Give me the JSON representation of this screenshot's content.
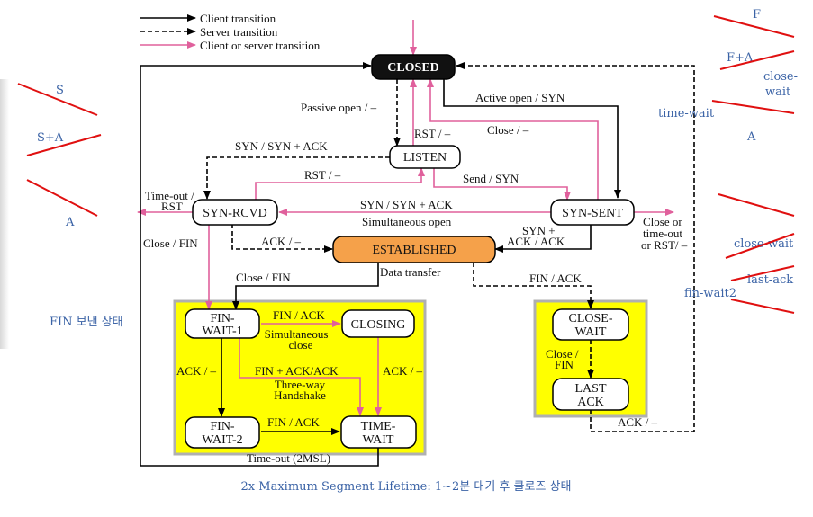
{
  "legend": {
    "client": "Client transition",
    "server": "Server transition",
    "both": "Client or server transition"
  },
  "states": {
    "closed": "CLOSED",
    "listen": "LISTEN",
    "syn_rcvd": "SYN-RCVD",
    "syn_sent": "SYN-SENT",
    "established": "ESTABLISHED",
    "fin_wait_1": [
      "FIN-",
      "WAIT-1"
    ],
    "closing": "CLOSING",
    "fin_wait_2": [
      "FIN-",
      "WAIT-2"
    ],
    "time_wait": [
      "TIME-",
      "WAIT"
    ],
    "close_wait": [
      "CLOSE-",
      "WAIT"
    ],
    "last_ack": [
      "LAST",
      "ACK"
    ]
  },
  "transitions": {
    "passive_open": "Passive open / –",
    "rst_closed": "RST / –",
    "active_open": "Active open / SYN",
    "close_syn_sent": "Close / –",
    "syn_synack": "SYN / SYN + ACK",
    "rst_listen": "RST / –",
    "send_syn": "Send / SYN",
    "timeout_rst": [
      "Time-out /",
      "RST"
    ],
    "simultaneous_syn": "SYN / SYN + ACK",
    "simultaneous_open": "Simultaneous open",
    "syn_ack": [
      "SYN +",
      "ACK / ACK"
    ],
    "close_timeout_rst": [
      "Close or",
      "time-out",
      "or RST/ –"
    ],
    "close_fin_rcvd": "Close / FIN",
    "ack_rcvd": "ACK / –",
    "data_transfer": "Data transfer",
    "close_fin_est": "Close / FIN",
    "fin_ack_est": "FIN / ACK",
    "fin_ack_closing": "FIN / ACK",
    "simultaneous_close": [
      "Simultaneous",
      "close"
    ],
    "ack_fw1": "ACK / –",
    "fin_ack_ack": "FIN + ACK/ACK",
    "three_way": [
      "Three-way",
      "Handshake"
    ],
    "ack_closing": "ACK / –",
    "close_fin_cw": [
      "Close /",
      "FIN"
    ],
    "fin_ack_fw2": "FIN / ACK",
    "ack_last": "ACK / –",
    "timeout_2msl": "Time-out (2MSL)"
  },
  "annotations": {
    "left": [
      "S",
      "S+A",
      "A"
    ],
    "right": [
      "F",
      "F+A",
      "close-",
      "wait",
      "time-wait",
      "A",
      "close-wait",
      "last-ack",
      "fin-wait2"
    ],
    "fin_state": "FIN 보낸 상태",
    "footer": "2x Maximum Segment Lifetime: 1~2분 대기 후 클로즈 상태"
  },
  "colors": {
    "client": "#000000",
    "server": "#000000",
    "both": "#e0609c",
    "established_fill": "#f5a14a",
    "closed_fill": "#111111",
    "highlight_yellow": "#ffff00",
    "annotation_blue": "#3b63a6",
    "annotation_red": "#e01010"
  }
}
